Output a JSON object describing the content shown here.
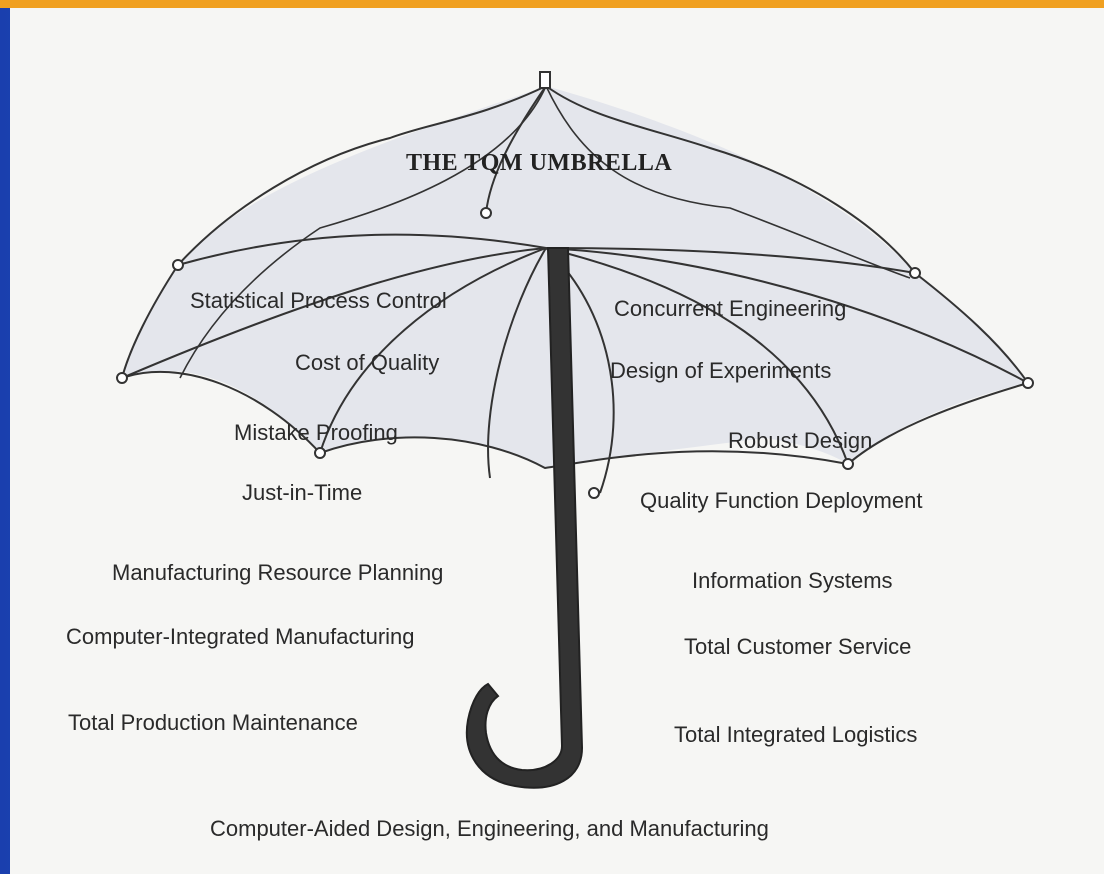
{
  "diagram": {
    "title": "THE TQM UMBRELLA",
    "labels": {
      "spc": "Statistical Process Control",
      "coq": "Cost of Quality",
      "mistake": "Mistake Proofing",
      "jit": "Just-in-Time",
      "mrp": "Manufacturing Resource Planning",
      "cim": "Computer-Integrated Manufacturing",
      "tpm": "Total Production Maintenance",
      "concurrent": "Concurrent Engineering",
      "doe": "Design of Experiments",
      "robust": "Robust Design",
      "qfd": "Quality Function Deployment",
      "info": "Information Systems",
      "tcs": "Total Customer Service",
      "til": "Total Integrated Logistics",
      "cad": "Computer-Aided Design, Engineering, and Manufacturing"
    }
  },
  "colors": {
    "frame": "#1f4fbf",
    "accent": "#f0a020",
    "paper": "#f6f6f4",
    "ink": "#2a2a2a",
    "canopy": "#e4e6ec"
  }
}
